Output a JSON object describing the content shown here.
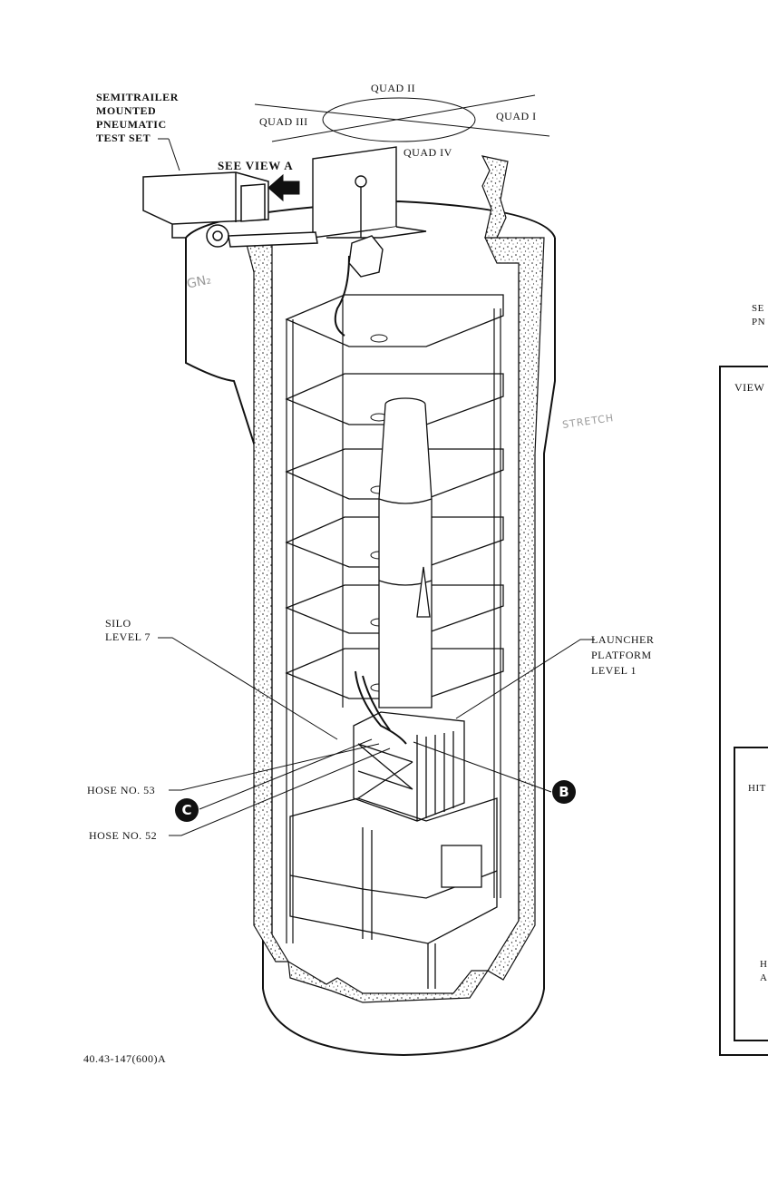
{
  "quadrants": {
    "q1": "QUAD I",
    "q2": "QUAD II",
    "q3": "QUAD III",
    "q4": "QUAD IV"
  },
  "labels": {
    "test_set": [
      "SEMITRAILER",
      "MOUNTED",
      "PNEUMATIC",
      "TEST SET"
    ],
    "see_view": "SEE VIEW A",
    "silo_level": [
      "SILO",
      "LEVEL 7"
    ],
    "launcher_platform": [
      "LAUNCHER",
      "PLATFORM",
      "LEVEL 1"
    ],
    "hose_53": "HOSE NO. 53",
    "hose_52": "HOSE NO. 52",
    "figure_id": "40.43-147(600)A"
  },
  "callouts": {
    "b": "B",
    "c": "C"
  },
  "right_panel": {
    "top_partial": [
      "SE",
      "PN"
    ],
    "view_partial": "VIEW",
    "hit_partial": "HIT",
    "bottom_partial": [
      "H",
      "A"
    ]
  },
  "handwriting": {
    "gn2": "GN₂",
    "stretch": "STRETCH"
  }
}
